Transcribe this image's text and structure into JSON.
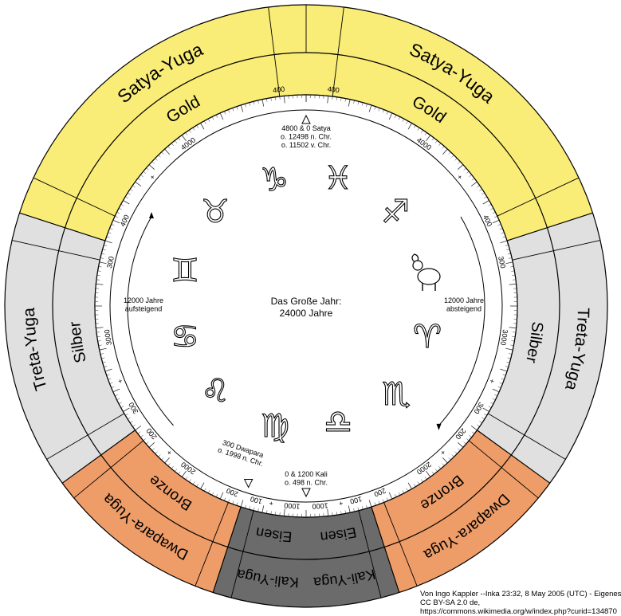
{
  "center": {
    "line1": "Das Große Jahr:",
    "line2": "24000 Jahre"
  },
  "markers": {
    "top": [
      "4800 & 0 Satya",
      "o. 12498 n. Chr.",
      "o. 11502 v. Chr."
    ],
    "bottom": [
      "0 & 1200 Kali",
      "o. 498 n. Chr."
    ],
    "bottom_left": [
      "300 Dwapara",
      "o. 1998 n. Chr."
    ]
  },
  "sides": {
    "left": [
      "12000 Jahre",
      "aufsteigend"
    ],
    "right": [
      "12000 Jahre",
      "absteigend"
    ]
  },
  "yugas": [
    {
      "name": "Satya-Yuga",
      "metal": "Gold",
      "color": "#f9ec77"
    },
    {
      "name": "Treta-Yuga",
      "metal": "Silber",
      "color": "#e0e0e0"
    },
    {
      "name": "Dwapara-Yuga",
      "metal": "Bronze",
      "color": "#ee9d68"
    },
    {
      "name": "Kali-Yuga",
      "metal": "Eisen",
      "color": "#6b6b6b"
    }
  ],
  "scale_labels": {
    "satya_sandhi": "400",
    "satya_main": "4000",
    "treta_sandhi": "300",
    "treta_main": "3000",
    "dwapara_sandhi": "200",
    "dwapara_main": "2000",
    "kali_sandhi": "100",
    "kali_main": "1000",
    "plus": "+"
  },
  "zodiac": [
    {
      "icon": "capricorn-icon",
      "glyph": "♑"
    },
    {
      "icon": "pisces-icon",
      "glyph": "♓"
    },
    {
      "icon": "sagittarius-icon",
      "glyph": "♐"
    },
    {
      "icon": "aries-icon",
      "glyph": "♈"
    },
    {
      "icon": "taurus-icon",
      "glyph": "♉"
    },
    {
      "icon": "gemini-icon",
      "glyph": "♊"
    },
    {
      "icon": "cancer-icon",
      "glyph": "♋"
    },
    {
      "icon": "leo-icon",
      "glyph": "♌"
    },
    {
      "icon": "virgo-icon",
      "glyph": "♍"
    },
    {
      "icon": "libra-icon",
      "glyph": "♎"
    },
    {
      "icon": "scorpio-icon",
      "glyph": "♏"
    }
  ],
  "credit": [
    "Von Ingo Kappler --Inka 23:32, 8 May 2005 (UTC) - Eigenes",
    "CC BY-SA 2.0 de,",
    "https://commons.wikimedia.org/w/index.php?curid=134870"
  ]
}
